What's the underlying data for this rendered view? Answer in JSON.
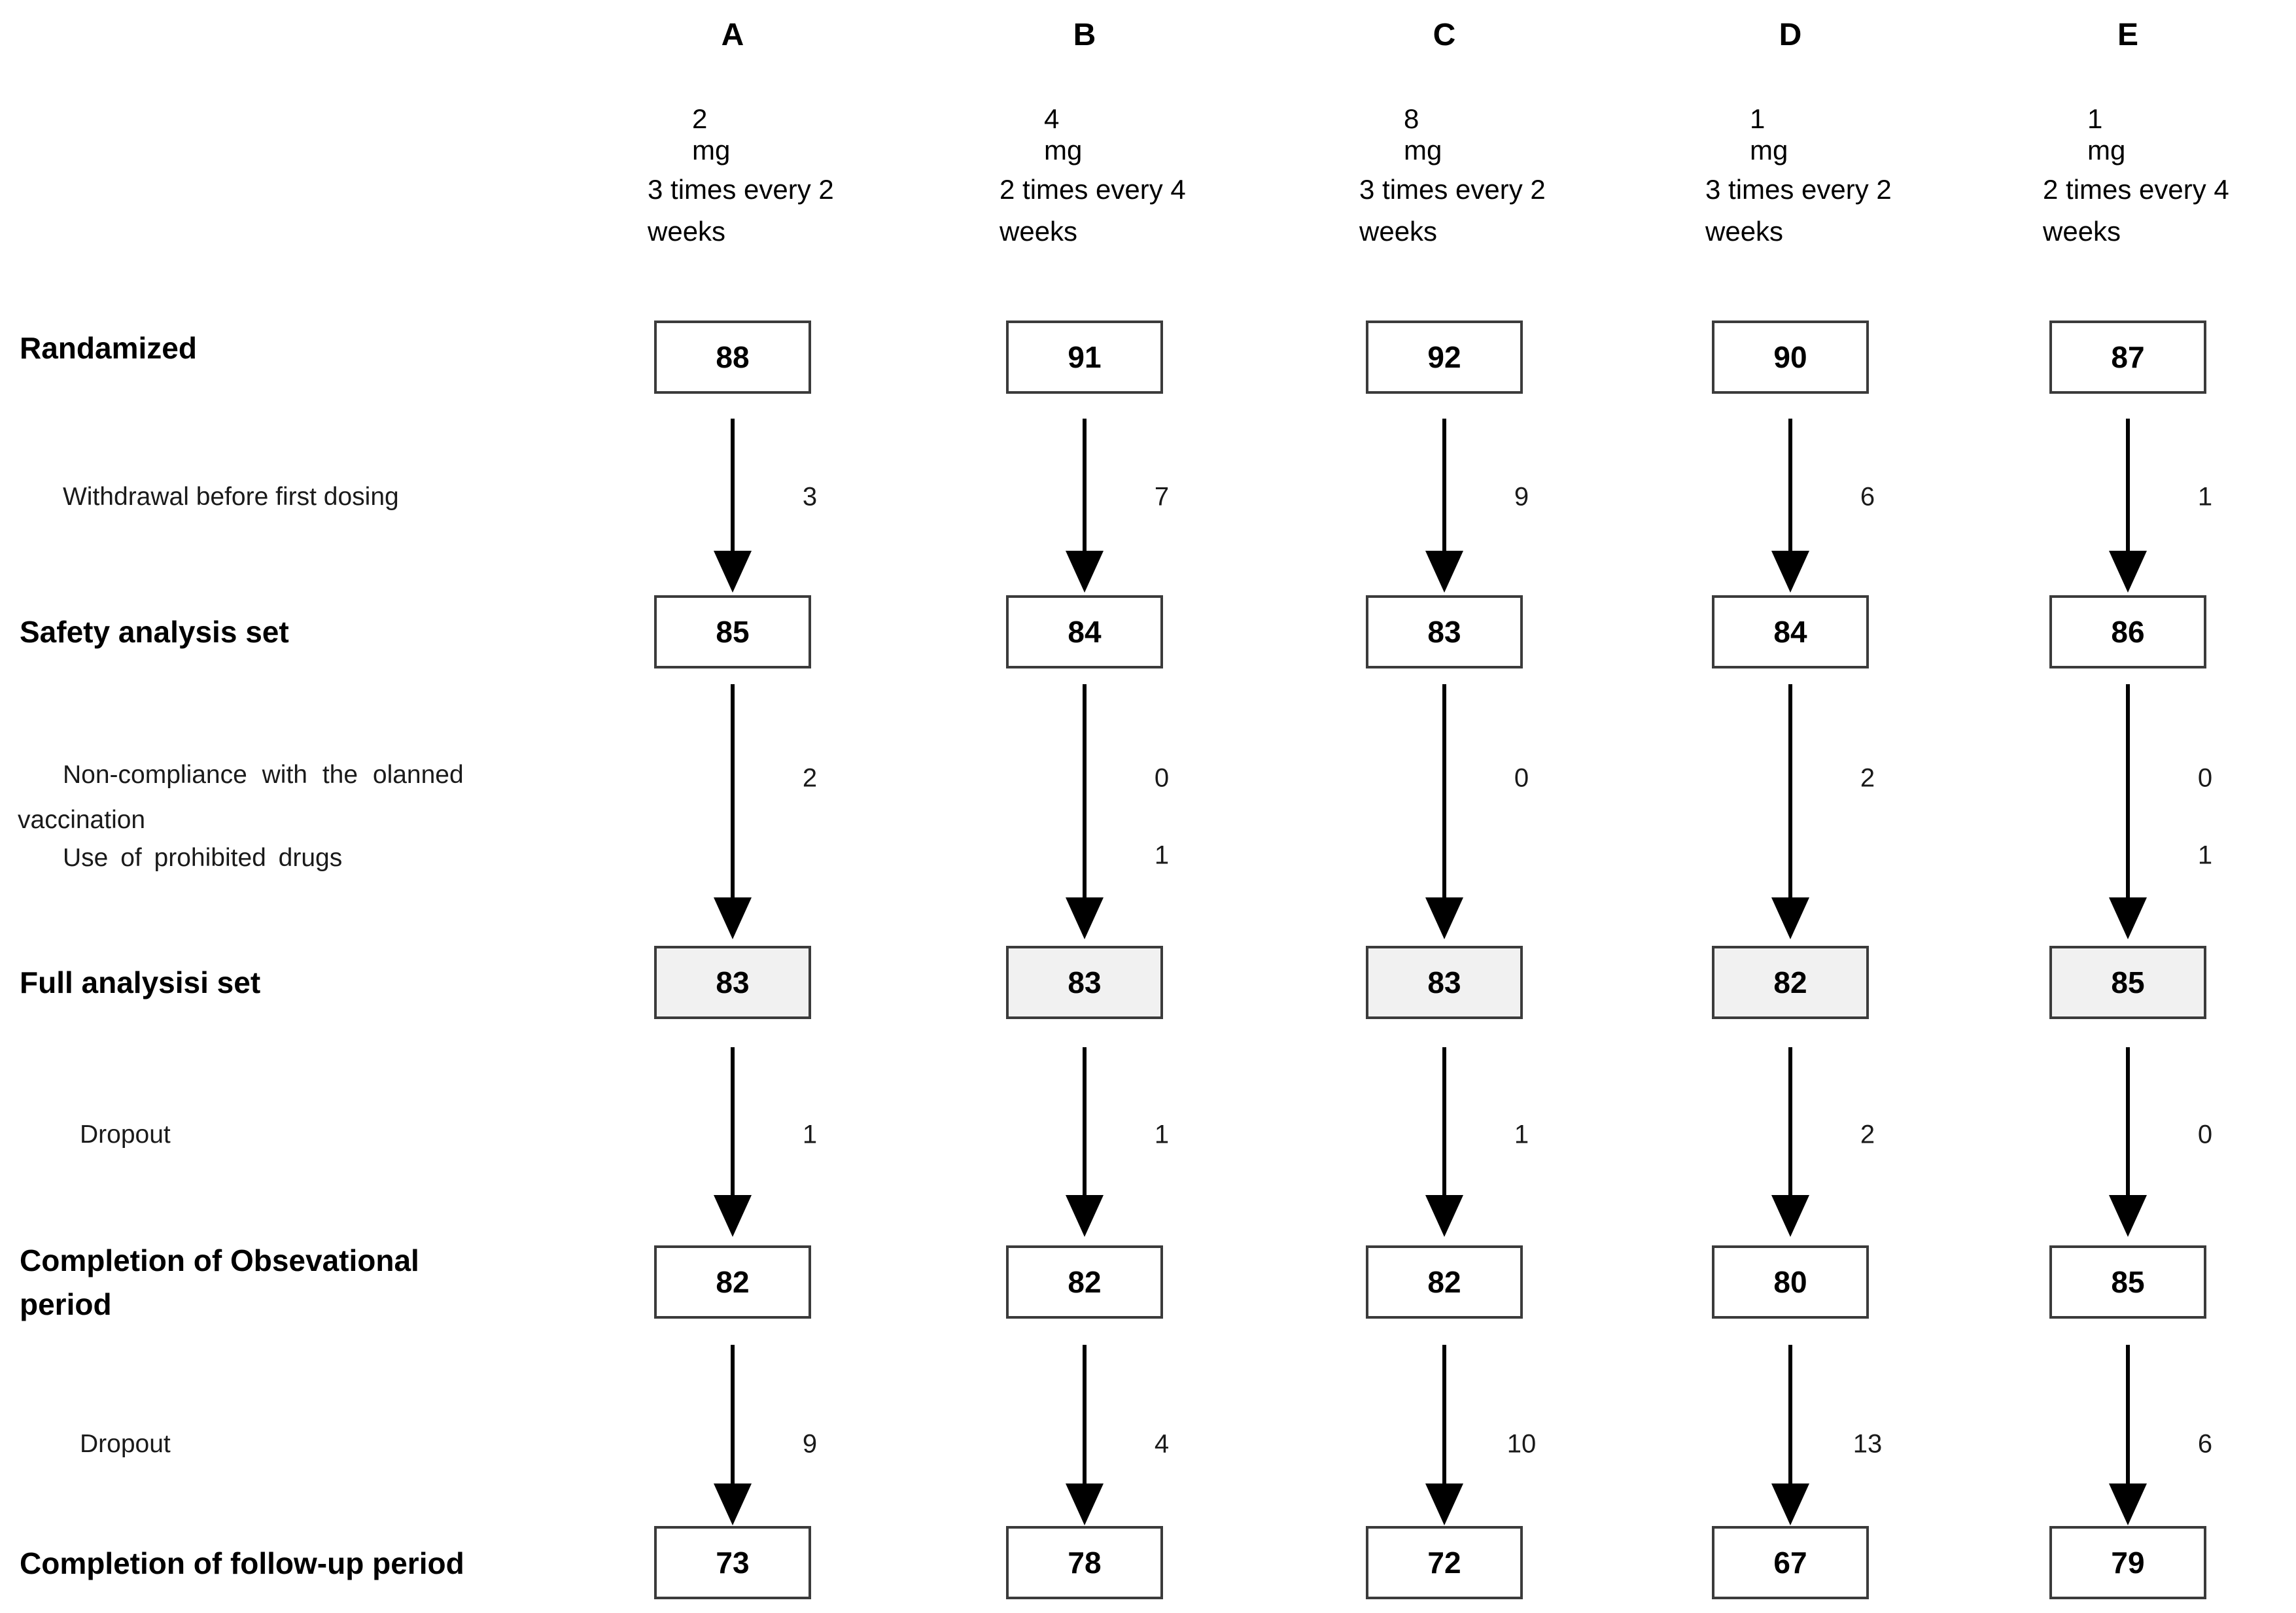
{
  "row_labels": {
    "randomized": "Randamized",
    "withdrawal": "Withdrawal before first dosing",
    "safety": "Safety analysis set",
    "noncompliance_line1": "Non-compliance with the olanned",
    "noncompliance_line2": "vaccination",
    "prohibited": "Use of prohibited drugs",
    "full": "Full analysisi set",
    "dropout1": "Dropout",
    "completion_obs_line1": "Completion of Obsevational",
    "completion_obs_line2": "period",
    "dropout2": "Dropout",
    "followup": "Completion of follow-up period"
  },
  "columns": [
    {
      "letter": "A",
      "dose": "2 mg",
      "schedule": "3 times every 2 weeks",
      "randomized": "88",
      "withdrawal": "3",
      "safety": "85",
      "noncompliance": "2",
      "prohibited": "",
      "full": "83",
      "dropout1": "1",
      "completion_obs": "82",
      "dropout2": "9",
      "followup": "73"
    },
    {
      "letter": "B",
      "dose": "4 mg",
      "schedule": "2 times every 4 weeks",
      "randomized": "91",
      "withdrawal": "7",
      "safety": "84",
      "noncompliance": "0",
      "prohibited": "1",
      "full": "83",
      "dropout1": "1",
      "completion_obs": "82",
      "dropout2": "4",
      "followup": "78"
    },
    {
      "letter": "C",
      "dose": "8 mg",
      "schedule": "3 times every 2 weeks",
      "randomized": "92",
      "withdrawal": "9",
      "safety": "83",
      "noncompliance": "0",
      "prohibited": "",
      "full": "83",
      "dropout1": "1",
      "completion_obs": "82",
      "dropout2": "10",
      "followup": "72"
    },
    {
      "letter": "D",
      "dose": "1 mg",
      "schedule": "3 times every 2 weeks",
      "randomized": "90",
      "withdrawal": "6",
      "safety": "84",
      "noncompliance": "2",
      "prohibited": "",
      "full": "82",
      "dropout1": "2",
      "completion_obs": "80",
      "dropout2": "13",
      "followup": "67"
    },
    {
      "letter": "E",
      "dose": "1 mg",
      "schedule": "2 times every 4 weeks",
      "randomized": "87",
      "withdrawal": "1",
      "safety": "86",
      "noncompliance": "0",
      "prohibited": "1",
      "full": "85",
      "dropout1": "0",
      "completion_obs": "85",
      "dropout2": "6",
      "followup": "79"
    }
  ]
}
